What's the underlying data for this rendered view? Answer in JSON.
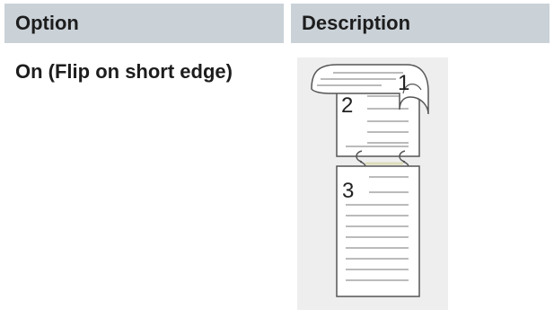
{
  "table": {
    "headers": {
      "option": "Option",
      "description": "Description"
    },
    "rows": [
      {
        "option": "On (Flip on short edge)",
        "illustration": {
          "icon": "duplex-flip-short-edge-booklet-icon",
          "page_numbers": [
            "1",
            "2",
            "3"
          ]
        }
      }
    ]
  },
  "colors": {
    "header_background": "#cad2d8",
    "header_text": "#1d1d1d",
    "body_text": "#1d1d1d",
    "illustration_background": "#eeeeee"
  }
}
